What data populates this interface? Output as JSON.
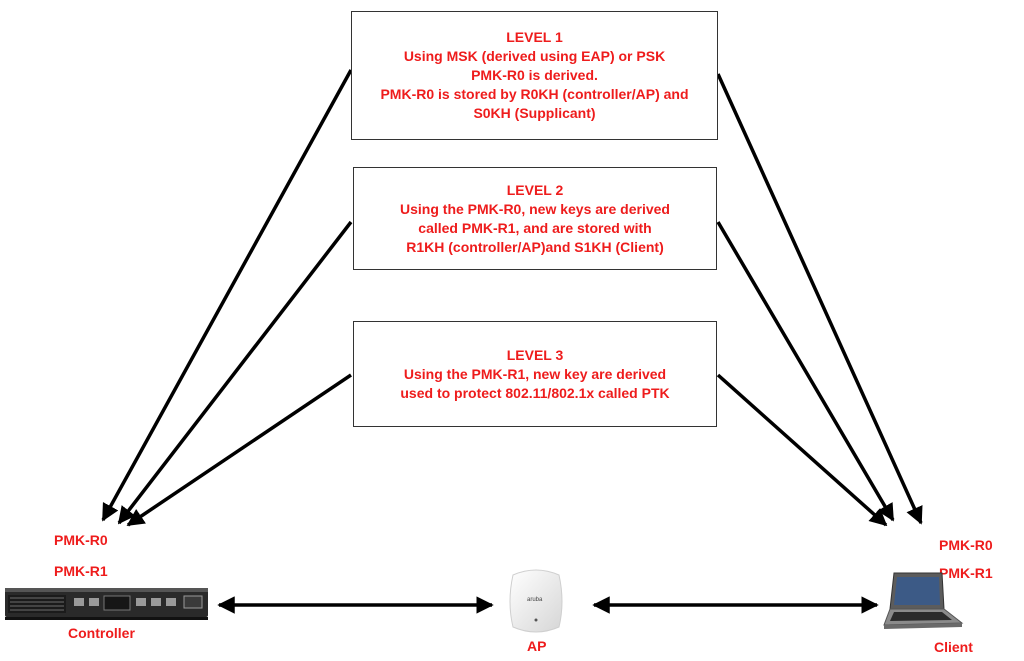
{
  "levels": [
    {
      "title": "LEVEL 1",
      "lines": [
        "Using MSK (derived using EAP) or PSK",
        "PMK-R0 is derived.",
        "PMK-R0 is stored by R0KH (controller/AP) and",
        "S0KH (Supplicant)"
      ]
    },
    {
      "title": "LEVEL 2",
      "lines": [
        "Using the PMK-R0, new keys are derived",
        "called PMK-R1, and are stored with",
        "R1KH (controller/AP)and S1KH (Client)"
      ]
    },
    {
      "title": "LEVEL 3",
      "lines": [
        "Using the PMK-R1, new key are derived",
        "used to protect 802.11/802.1x called PTK"
      ]
    }
  ],
  "controller": {
    "key_r0": "PMK-R0",
    "key_r1": "PMK-R1",
    "name": "Controller"
  },
  "client": {
    "key_r0": "PMK-R0",
    "key_r1": "PMK-R1",
    "name": "Client"
  },
  "ap": {
    "name": "AP",
    "brand_text": "aruba"
  },
  "colors": {
    "label_text": "#ee1c1c",
    "arrow": "#000000",
    "box_border": "#333333"
  },
  "icons": {
    "controller": "network-controller-icon",
    "ap": "access-point-icon",
    "client": "laptop-icon"
  }
}
